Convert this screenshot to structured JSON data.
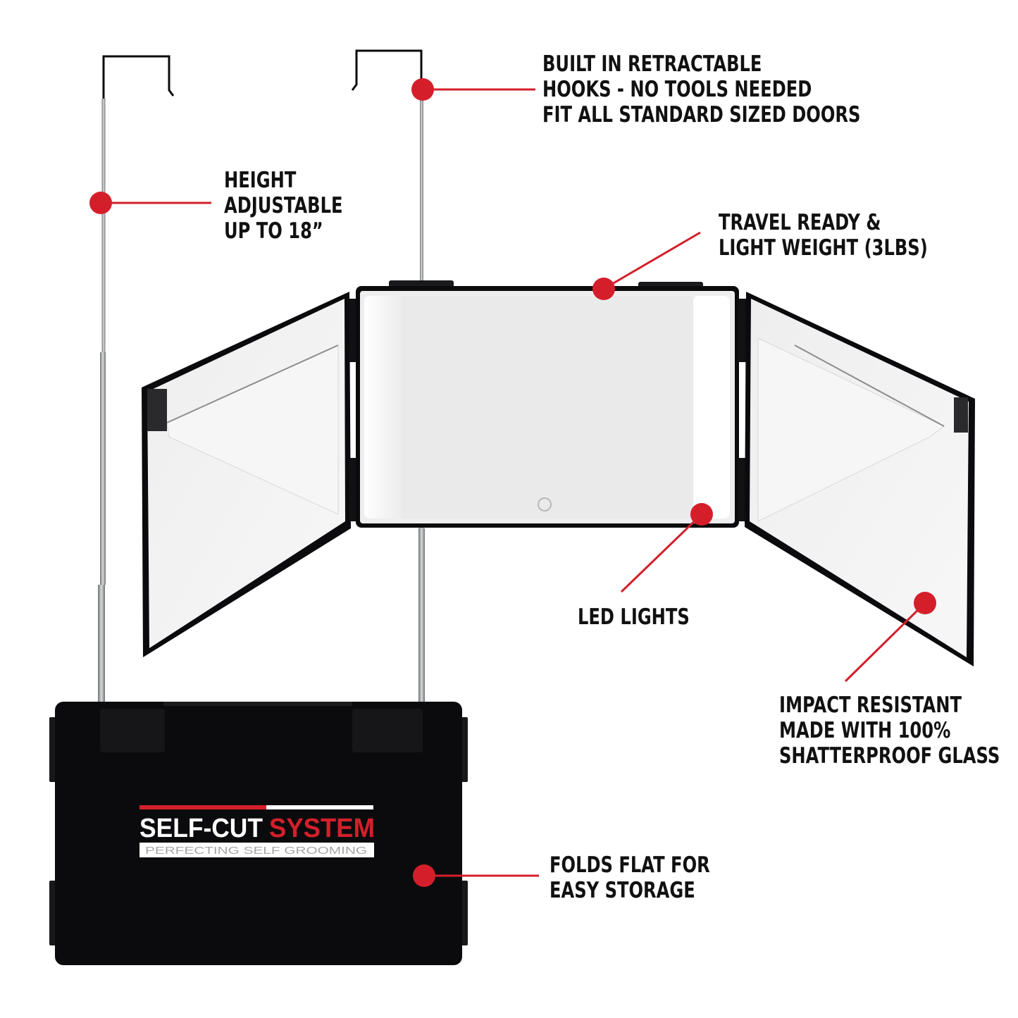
{
  "colors": {
    "accent_red": "#d41f2b",
    "frame_black": "#0b0b0d",
    "mirror_light": "#f2f2f2",
    "rod_gray": "#a7a9ad",
    "text_dark": "#111111"
  },
  "callouts": {
    "hooks": {
      "lines": [
        "BUILT IN RETRACTABLE",
        "HOOKS - NO TOOLS NEEDED",
        "FIT ALL STANDARD SIZED DOORS"
      ]
    },
    "height": {
      "lines": [
        "HEIGHT",
        "ADJUSTABLE",
        "UP TO 18”"
      ]
    },
    "travel": {
      "lines": [
        "TRAVEL READY &",
        "LIGHT WEIGHT (3LBS)"
      ]
    },
    "led": {
      "lines": [
        "LED LIGHTS"
      ]
    },
    "impact": {
      "lines": [
        "IMPACT RESISTANT",
        "MADE WITH 100%",
        "SHATTERPROOF GLASS"
      ]
    },
    "folds": {
      "lines": [
        "FOLDS FLAT FOR",
        "EASY STORAGE"
      ]
    }
  },
  "logo": {
    "brand_part1": "SELF-CUT",
    "brand_part2": "SYSTEM",
    "tagline": "PERFECTING SELF GROOMING"
  }
}
